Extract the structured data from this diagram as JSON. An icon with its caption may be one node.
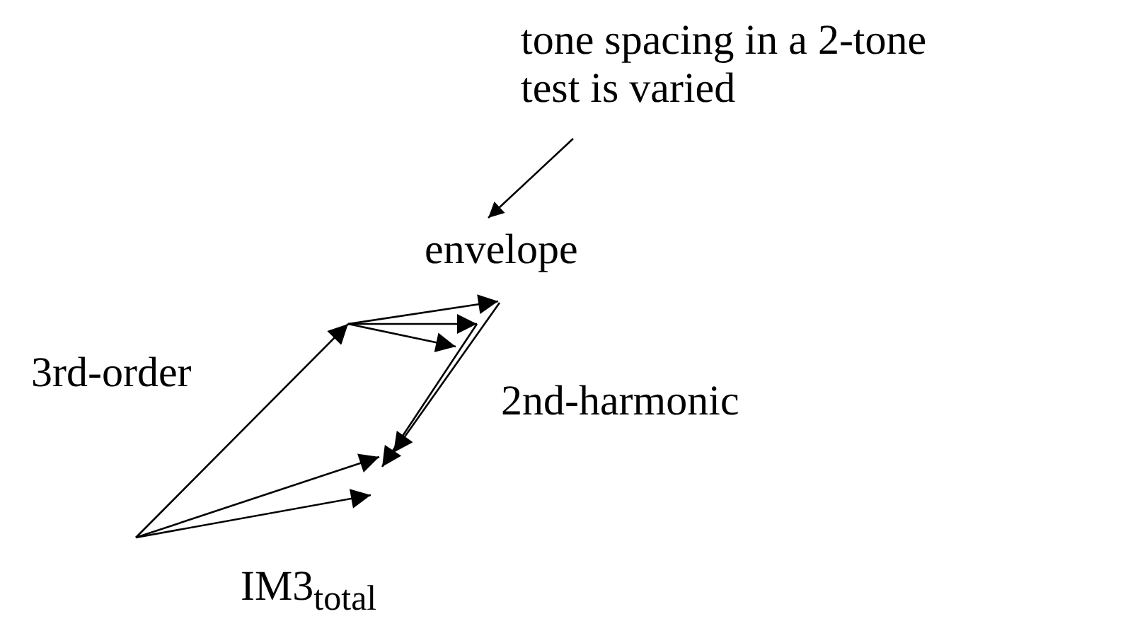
{
  "diagram": {
    "nodes": [
      {
        "text": [
          "tone spacing in a 2-tone test is varied"
        ]
      },
      {
        "text": [
          "envelope"
        ]
      }
    ],
    "edges": [
      {
        "from": 0,
        "to": 1,
        "arrow": "to"
      }
    ],
    "labels": [
      "3rd-order",
      "2nd-harmonic",
      "IM3$_{total}$"
    ]
  }
}
